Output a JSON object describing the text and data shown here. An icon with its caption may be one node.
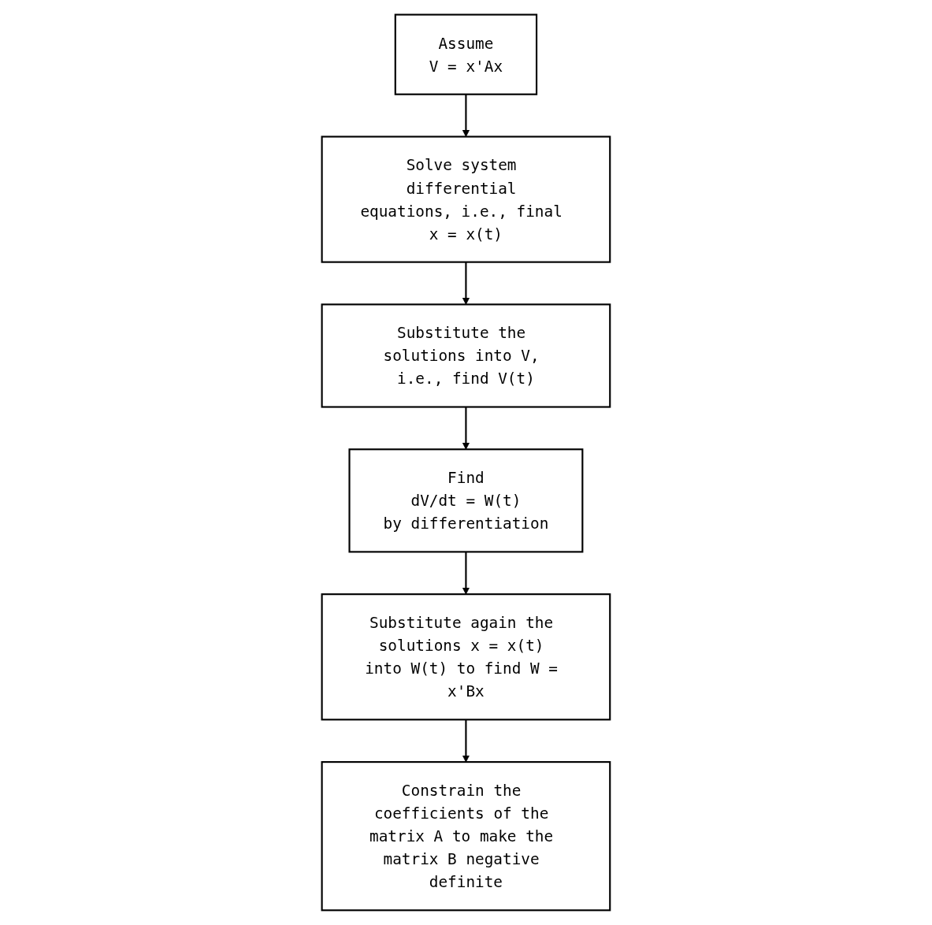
{
  "diagram": {
    "nodes": [
      {
        "text": [
          "Assume",
          "V = x'Ax"
        ]
      },
      {
        "text": [
          "Solve system differential equations, i.e., final x = x(t)"
        ]
      },
      {
        "text": [
          "Substitute the solutions into V, i.e., find V(t)"
        ]
      },
      {
        "text": [
          "Find",
          "dV/dt = W(t)",
          "by differentiation"
        ]
      },
      {
        "text": [
          "Substitute again the solutions x = x(t) into W(t) to find W = x'Bx"
        ]
      },
      {
        "text": [
          "Constrain the coefficients of the matrix A to make the matrix B negative definite"
        ]
      }
    ],
    "edges": [
      {
        "from": 0,
        "to": 1,
        "arrow": "to"
      },
      {
        "from": 1,
        "to": 2,
        "arrow": "to"
      },
      {
        "from": 2,
        "to": 3,
        "arrow": "to"
      },
      {
        "from": 3,
        "to": 4,
        "arrow": "to"
      },
      {
        "from": 4,
        "to": 5,
        "arrow": "to"
      }
    ]
  }
}
